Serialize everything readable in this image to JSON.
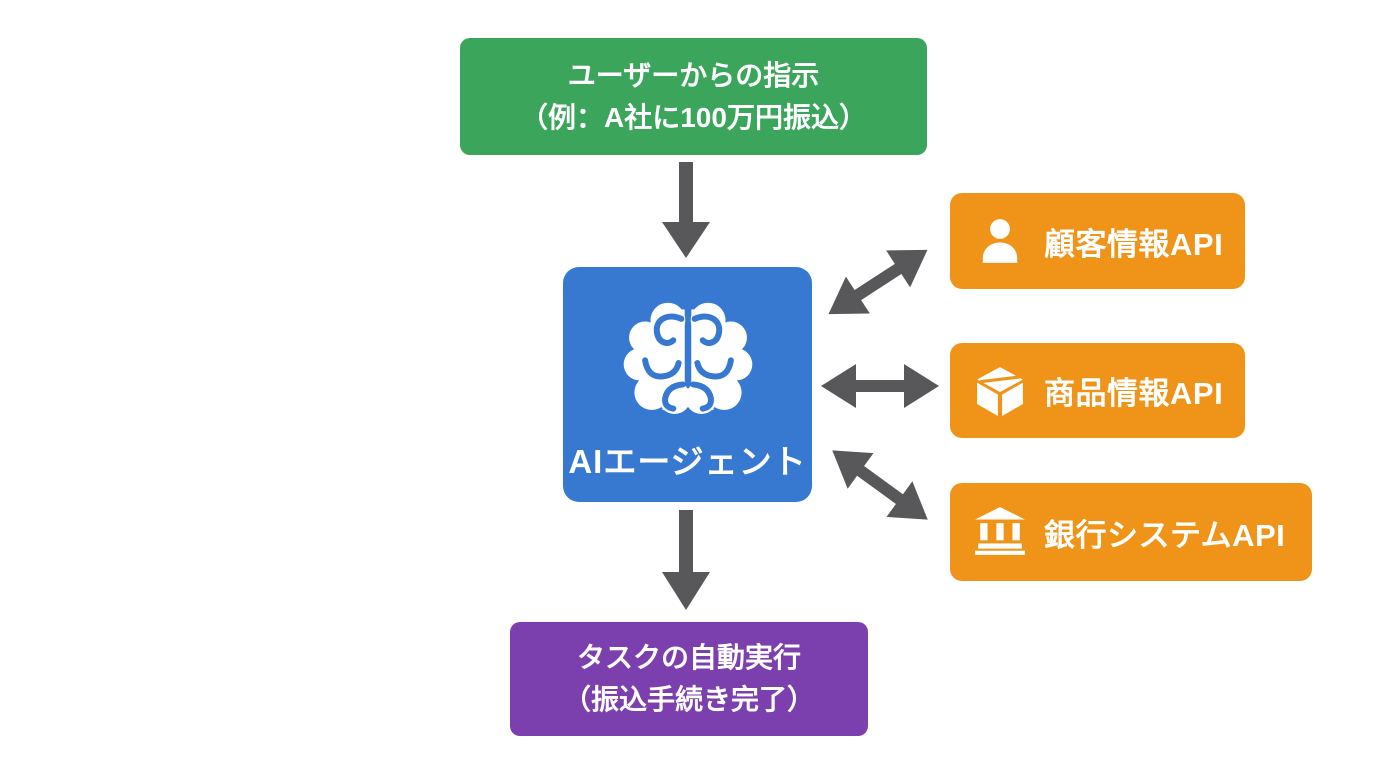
{
  "diagram": {
    "background_color": "#ffffff",
    "arrow_color": "#58585a",
    "nodes": {
      "user_instruction": {
        "line1": "ユーザーからの指示",
        "line2": "（例：A社に100万円振込）",
        "color": "#3aa55b"
      },
      "ai_agent": {
        "label": "AIエージェント",
        "icon": "brain-icon",
        "color": "#3779d0"
      },
      "apis": [
        {
          "label": "顧客情報API",
          "icon": "person-icon",
          "color": "#ef9418"
        },
        {
          "label": "商品情報API",
          "icon": "package-icon",
          "color": "#ef9418"
        },
        {
          "label": "銀行システムAPI",
          "icon": "bank-icon",
          "color": "#ef9418"
        }
      ],
      "task_execution": {
        "line1": "タスクの自動実行",
        "line2": "（振込手続き完了）",
        "color": "#7c3fae"
      }
    },
    "arrows": {
      "instruction_to_agent": "down",
      "agent_to_task": "down",
      "agent_api_links": "bidirectional"
    }
  }
}
